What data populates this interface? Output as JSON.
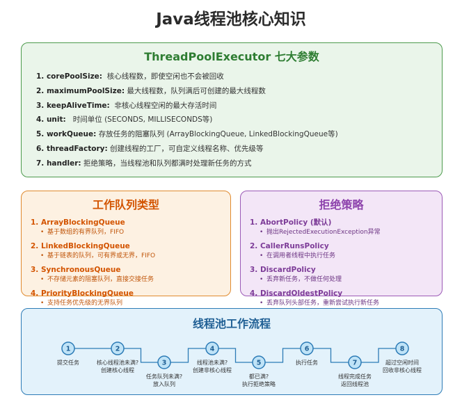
{
  "title": "Java线程池核心知识",
  "params": {
    "title": "ThreadPoolExecutor 七大参数",
    "items": [
      {
        "name": "1. corePoolSize:",
        "desc": "核心线程数，即使空闲也不会被回收"
      },
      {
        "name": "2. maximumPoolSize:",
        "desc": "最大线程数，队列满后可创建的最大线程数"
      },
      {
        "name": "3. keepAliveTime:",
        "desc": "非核心线程空闲的最大存活时间"
      },
      {
        "name": "4. unit:",
        "desc": "时间单位 (SECONDS, MILLISECONDS等)"
      },
      {
        "name": "5. workQueue:",
        "desc": "存放任务的阻塞队列 (ArrayBlockingQueue, LinkedBlockingQueue等)"
      },
      {
        "name": "6. threadFactory:",
        "desc": "创建线程的工厂，可自定义线程名称、优先级等"
      },
      {
        "name": "7. handler:",
        "desc": "拒绝策略，当线程池和队列都满时处理新任务的方式"
      }
    ]
  },
  "queues": {
    "title": "工作队列类型",
    "items": [
      {
        "name": "1. ArrayBlockingQueue",
        "desc": "基于数组的有界队列，FIFO"
      },
      {
        "name": "2. LinkedBlockingQueue",
        "desc": "基于链表的队列，可有界或无界，FIFO"
      },
      {
        "name": "3. SynchronousQueue",
        "desc": "不存储元素的阻塞队列，直接交接任务"
      },
      {
        "name": "4. PriorityBlockingQueue",
        "desc": "支持任务优先级的无界队列"
      }
    ]
  },
  "reject": {
    "title": "拒绝策略",
    "items": [
      {
        "name": "1. AbortPolicy (默认)",
        "desc": "抛出RejectedExecutionException异常"
      },
      {
        "name": "2. CallerRunsPolicy",
        "desc": "在调用者线程中执行任务"
      },
      {
        "name": "3. DiscardPolicy",
        "desc": "丢弃新任务，不做任何处理"
      },
      {
        "name": "4. DiscardOldestPolicy",
        "desc": "丢弃队列头部任务，重新尝试执行新任务"
      }
    ]
  },
  "flow": {
    "title": "线程池工作流程",
    "steps": [
      {
        "num": "1",
        "line1": "提交任务",
        "line2": ""
      },
      {
        "num": "2",
        "line1": "核心线程池未满?",
        "line2": "创建核心线程"
      },
      {
        "num": "3",
        "line1": "任务队列未满?",
        "line2": "放入队列"
      },
      {
        "num": "4",
        "line1": "线程池未满?",
        "line2": "创建非核心线程"
      },
      {
        "num": "5",
        "line1": "都已满?",
        "line2": "执行拒绝策略"
      },
      {
        "num": "6",
        "line1": "执行任务",
        "line2": ""
      },
      {
        "num": "7",
        "line1": "线程完成任务",
        "line2": "返回线程池"
      },
      {
        "num": "8",
        "line1": "超过空闲时间",
        "line2": "回收非核心线程"
      }
    ]
  },
  "colors": {
    "params_accent": "#2e7d32",
    "queues_accent": "#d35400",
    "reject_accent": "#8e44ad",
    "flow_accent": "#2c7bb6",
    "node_fill": "#bfe3f7"
  }
}
